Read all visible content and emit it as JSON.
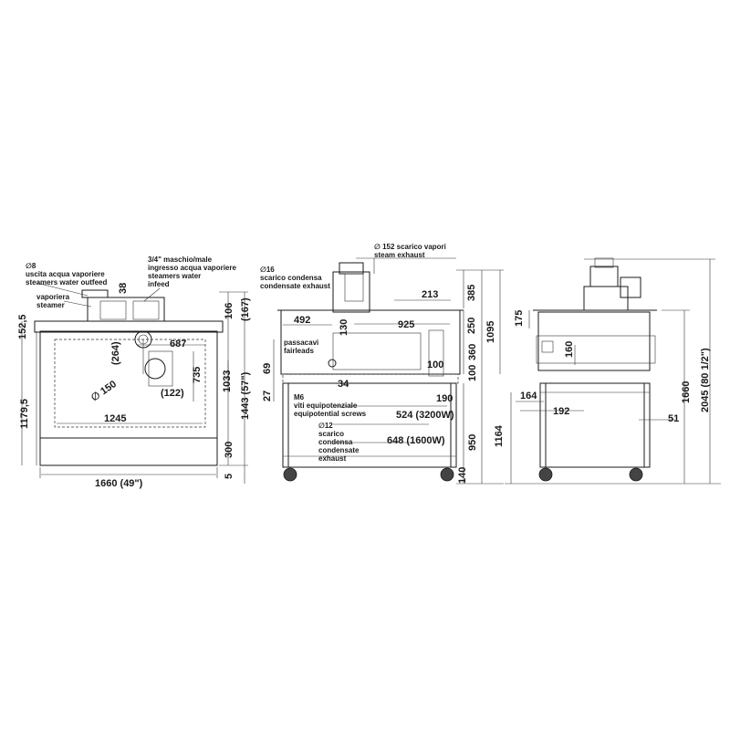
{
  "front_view": {
    "callouts": {
      "water_outfeed": [
        "∅8",
        "uscita acqua vaporiere",
        "steamers water outfeed"
      ],
      "water_infeed": [
        "3/4\" maschio/male",
        "ingresso acqua vaporiere",
        "steamers water",
        "infeed"
      ],
      "steamer": [
        "vaporiera",
        "steamer"
      ]
    },
    "dims": {
      "d38": "38",
      "d152": "152,5",
      "d1179": "1179,5",
      "d106": "106",
      "d167": "(167)",
      "d687": "687",
      "d264": "(264)",
      "d150": "∅ 150",
      "d735": "735",
      "d122": "(122)",
      "d1033": "1033",
      "d1443": "1443 (57\")",
      "d1245": "1245",
      "d300": "300",
      "d5": "5",
      "d1660": "1660 (49\")"
    }
  },
  "side_view": {
    "callouts": {
      "steam_exhaust": [
        "∅ 152 scarico vapori",
        "steam exhaust"
      ],
      "condensate_exhaust_16": [
        "∅16",
        "scarico condensa",
        "condensate exhaust"
      ],
      "fairleads": [
        "passacavi",
        "fairleads"
      ],
      "screws": [
        "M6",
        "viti equipotenziale",
        "equipotential screws"
      ],
      "condensate_exhaust_12": [
        "∅12",
        "scarico",
        "condensa",
        "condensate",
        "exhaust"
      ]
    },
    "dims": {
      "d213": "213",
      "d385": "385",
      "d492": "492",
      "d130": "130",
      "d925": "925",
      "d250": "250",
      "d1095": "1095",
      "d69": "69",
      "d27": "27",
      "d34": "34",
      "d100a": "100",
      "d100b": "100",
      "d360": "360",
      "d190": "190",
      "d524": "524 (3200W)",
      "d648": "648 (1600W)",
      "d950": "950",
      "d140": "140"
    }
  },
  "right_view": {
    "dims": {
      "d175": "175",
      "d160": "160",
      "d164": "164",
      "d192": "192",
      "d1164": "1164",
      "d51": "51",
      "d1660": "1660",
      "d2045": "2045 (80 1/2\")"
    }
  }
}
